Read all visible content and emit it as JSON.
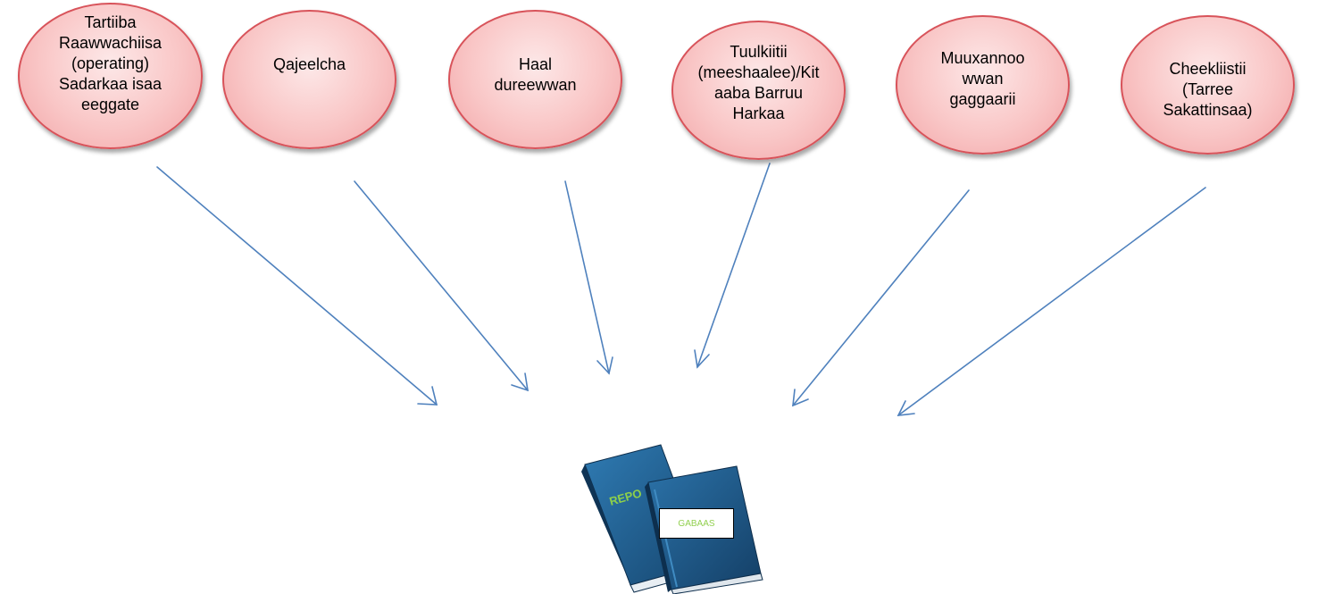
{
  "nodes": [
    {
      "id": "n1",
      "label": "Tartiiba\nRaawwachiisa\n(operating)\nSadarkaa isaa\neeggate"
    },
    {
      "id": "n2",
      "label": "Qajeelcha"
    },
    {
      "id": "n3",
      "label": "Haal\ndureewwan"
    },
    {
      "id": "n4",
      "label": "Tuulkiitii\n(meeshaalee)/Kit\naaba Barruu\nHarkaa"
    },
    {
      "id": "n5",
      "label": "Muuxannoo\nwwan\ngaggaarii"
    },
    {
      "id": "n6",
      "label": "Cheekliistii\n(Tarree\nSakattinsaa)"
    }
  ],
  "report": {
    "book_cover_text": "REPO",
    "label": "GABAAS"
  },
  "colors": {
    "node_border": "#d8535a",
    "node_fill": "#f9c6c6",
    "arrow": "#4f81bd",
    "book": "#1f5a8c",
    "report_label_text": "#92d050"
  }
}
